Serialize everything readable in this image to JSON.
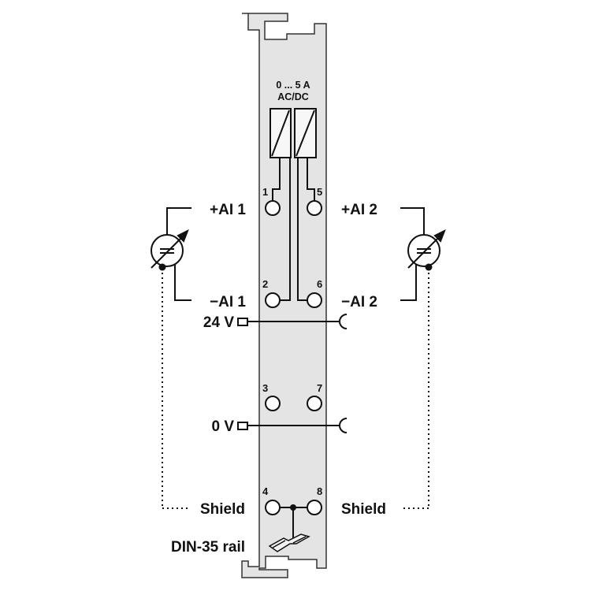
{
  "module": {
    "rating": "0 ... 5 A",
    "type": "AC/DC"
  },
  "terminals": [
    "1",
    "2",
    "3",
    "4",
    "5",
    "6",
    "7",
    "8"
  ],
  "labels": {
    "ai1_plus": "+AI 1",
    "ai1_minus": "−AI 1",
    "ai2_plus": "+AI 2",
    "ai2_minus": "−AI 2",
    "v24": "24 V",
    "v0": "0 V",
    "shield_left": "Shield",
    "shield_right": "Shield",
    "din_rail": "DIN-35 rail"
  },
  "colors": {
    "body": "#e4e4e4",
    "stroke": "#111111"
  }
}
